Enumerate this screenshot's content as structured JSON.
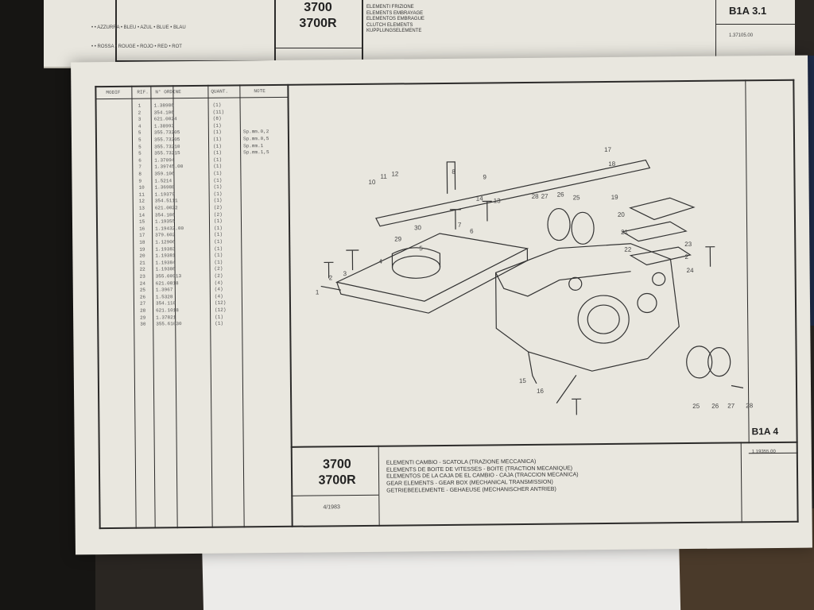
{
  "top_page": {
    "model": [
      "3700",
      "3700R"
    ],
    "titles": [
      "ELEMENTI FRIZIONE",
      "ELEMENTS EMBRAYAGE",
      "ELEMENTOS EMBRAGUE",
      "CLUTCH ELEMENTS",
      "KUPPLUNGSELEMENTE"
    ],
    "code": "B1A 3.1",
    "ref": "1.37105.00",
    "color_rows": [
      "• • AZZURRA • BLEU • AZUL • BLUE • BLAU",
      "• • ROSSA • ROUGE • ROJO • RED • ROT"
    ]
  },
  "main_page": {
    "table_headers": [
      "MODIF",
      "RIF.",
      "N° ORDINE",
      "QUANT.",
      "NOTE"
    ],
    "parts": [
      {
        "rif": "1",
        "ordine": "1.38986",
        "qta": "(1)",
        "note": ""
      },
      {
        "rif": "2",
        "ordine": "354.106",
        "qta": "(11)",
        "note": ""
      },
      {
        "rif": "3",
        "ordine": "621.0024",
        "qta": "(8)",
        "note": ""
      },
      {
        "rif": "4",
        "ordine": "1.38993",
        "qta": "(1)",
        "note": ""
      },
      {
        "rif": "5",
        "ordine": "355.73205",
        "qta": "(1)",
        "note": "Sp.mm.0,2"
      },
      {
        "rif": "5",
        "ordine": "355.73205",
        "qta": "(1)",
        "note": "Sp.mm.0,5"
      },
      {
        "rif": "5",
        "ordine": "355.73210",
        "qta": "(1)",
        "note": "Sp.mm.1"
      },
      {
        "rif": "5",
        "ordine": "355.73215",
        "qta": "(1)",
        "note": "Sp.mm.1,5"
      },
      {
        "rif": "6",
        "ordine": "1.37094",
        "qta": "(1)",
        "note": ""
      },
      {
        "rif": "7",
        "ordine": "1.39745.00",
        "qta": "(1)",
        "note": ""
      },
      {
        "rif": "8",
        "ordine": "359.106",
        "qta": "(1)",
        "note": ""
      },
      {
        "rif": "9",
        "ordine": "1.5214",
        "qta": "(1)",
        "note": ""
      },
      {
        "rif": "10",
        "ordine": "1.36988",
        "qta": "(1)",
        "note": ""
      },
      {
        "rif": "11",
        "ordine": "1.19379",
        "qta": "(1)",
        "note": ""
      },
      {
        "rif": "12",
        "ordine": "354.5111",
        "qta": "(1)",
        "note": ""
      },
      {
        "rif": "13",
        "ordine": "621.0022",
        "qta": "(2)",
        "note": ""
      },
      {
        "rif": "14",
        "ordine": "354.106",
        "qta": "(2)",
        "note": ""
      },
      {
        "rif": "15",
        "ordine": "1.19355",
        "qta": "(1)",
        "note": ""
      },
      {
        "rif": "16",
        "ordine": "1.19432.00",
        "qta": "(1)",
        "note": ""
      },
      {
        "rif": "17",
        "ordine": "379.602",
        "qta": "(1)",
        "note": ""
      },
      {
        "rif": "18",
        "ordine": "1.12906",
        "qta": "(1)",
        "note": ""
      },
      {
        "rif": "19",
        "ordine": "1.19383",
        "qta": "(1)",
        "note": ""
      },
      {
        "rif": "20",
        "ordine": "1.19381",
        "qta": "(1)",
        "note": ""
      },
      {
        "rif": "21",
        "ordine": "1.19384",
        "qta": "(1)",
        "note": ""
      },
      {
        "rif": "22",
        "ordine": "1.19386",
        "qta": "(2)",
        "note": ""
      },
      {
        "rif": "23",
        "ordine": "355.00913",
        "qta": "(2)",
        "note": ""
      },
      {
        "rif": "24",
        "ordine": "621.0818",
        "qta": "(4)",
        "note": ""
      },
      {
        "rif": "25",
        "ordine": "1.3967",
        "qta": "(4)",
        "note": ""
      },
      {
        "rif": "26",
        "ordine": "1.5328",
        "qta": "(4)",
        "note": ""
      },
      {
        "rif": "27",
        "ordine": "354.110",
        "qta": "(12)",
        "note": ""
      },
      {
        "rif": "28",
        "ordine": "621.1018",
        "qta": "(12)",
        "note": ""
      },
      {
        "rif": "29",
        "ordine": "1.37821",
        "qta": "(1)",
        "note": ""
      },
      {
        "rif": "30",
        "ordine": "355.61030",
        "qta": "(1)",
        "note": ""
      }
    ],
    "model": [
      "3700",
      "3700R"
    ],
    "date": "4/1983",
    "titles": [
      "ELEMENTI CAMBIO - SCATOLA (TRAZIONE MECCANICA)",
      "ELEMENTS DE BOITE DE VITESSES - BOITE (TRACTION MECANIQUE)",
      "ELEMENTOS DE LA CAJA DE EL CAMBIO - CAJA (TRACCION MECANICA)",
      "GEAR ELEMENTS - GEAR BOX (MECHANICAL TRANSMISSION)",
      "GETRIEBEELEMENTE - GEHAEUSE (MECHANISCHER ANTRIEB)"
    ],
    "code": "B1A 4",
    "ref": "1.19355.00",
    "callouts": [
      "1",
      "2",
      "3",
      "4",
      "5",
      "6",
      "7",
      "8",
      "9",
      "10",
      "11",
      "12",
      "13",
      "14",
      "15",
      "16",
      "17",
      "18",
      "19",
      "20",
      "21",
      "22",
      "23",
      "2",
      "24",
      "25",
      "26",
      "27",
      "28",
      "29",
      "30",
      "25",
      "26",
      "27",
      "28"
    ]
  }
}
